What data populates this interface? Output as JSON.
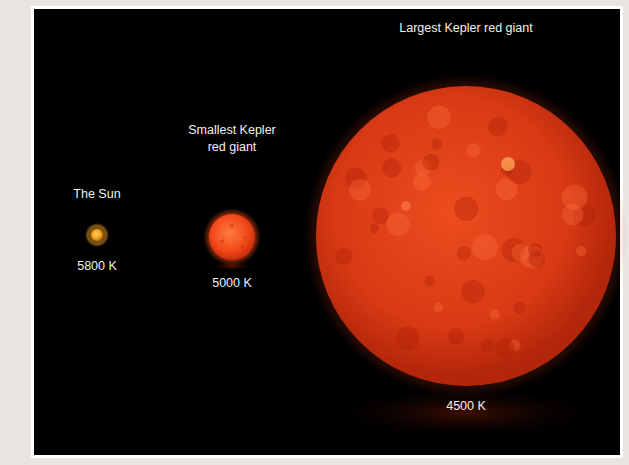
{
  "diagram": {
    "nodes": [
      {
        "text": [
          "The Sun",
          "5800 K"
        ]
      },
      {
        "text": [
          "Smallest Kepler red giant",
          "5000 K"
        ]
      },
      {
        "text": [
          "Largest Kepler red giant",
          "4500 K"
        ]
      }
    ]
  }
}
